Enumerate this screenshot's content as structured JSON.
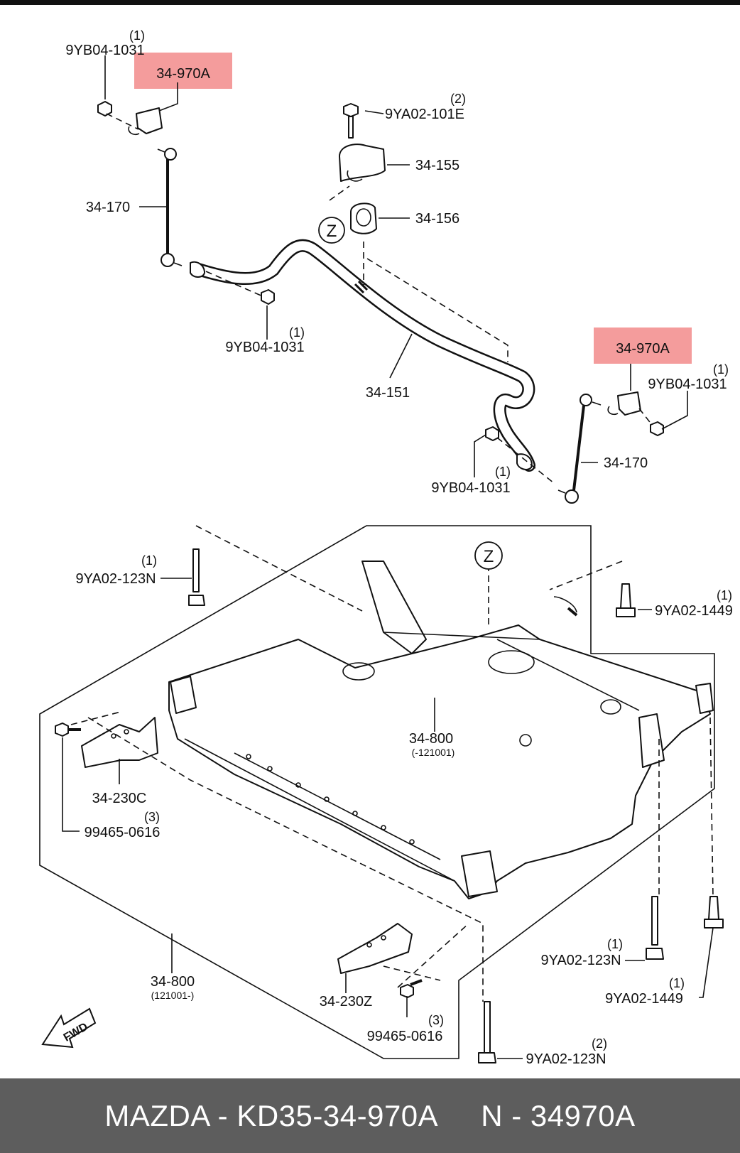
{
  "diagram": {
    "callouts": {
      "c1": {
        "part": "9YB04-1031",
        "qty": "(1)"
      },
      "c2": {
        "part": "34-970A"
      },
      "c3": {
        "part": "9YA02-101E",
        "qty": "(2)"
      },
      "c4": {
        "part": "34-155"
      },
      "c5": {
        "part": "34-170"
      },
      "c6": {
        "part": "34-156"
      },
      "c7": {
        "part": "9YB04-1031",
        "qty": "(1)"
      },
      "c8": {
        "part": "34-151"
      },
      "c9": {
        "part": "34-970A"
      },
      "c10": {
        "part": "9YB04-1031",
        "qty": "(1)"
      },
      "c11": {
        "part": "34-170"
      },
      "c12": {
        "part": "9YB04-1031",
        "qty": "(1)"
      },
      "c13": {
        "part": "9YA02-123N",
        "qty": "(1)"
      },
      "c14": {
        "part": "9YA02-1449",
        "qty": "(1)"
      },
      "c15": {
        "part": "34-800",
        "note": "(-121001)"
      },
      "c16": {
        "part": "34-230C"
      },
      "c17": {
        "part": "99465-0616",
        "qty": "(3)"
      },
      "c18": {
        "part": "9YA02-123N",
        "qty": "(1)"
      },
      "c19": {
        "part": "9YA02-1449",
        "qty": "(1)"
      },
      "c20": {
        "part": "34-800",
        "note": "(121001-)"
      },
      "c21": {
        "part": "34-230Z"
      },
      "c22": {
        "part": "99465-0616",
        "qty": "(3)"
      },
      "c23": {
        "part": "9YA02-123N",
        "qty": "(2)"
      }
    },
    "ref_markers": [
      "Z",
      "Z"
    ],
    "fwd_label": "FWD",
    "highlight_color": "#f28b8b"
  },
  "footer": {
    "left": "MAZDA - KD35-34-970A",
    "right": "N - 34970A"
  }
}
